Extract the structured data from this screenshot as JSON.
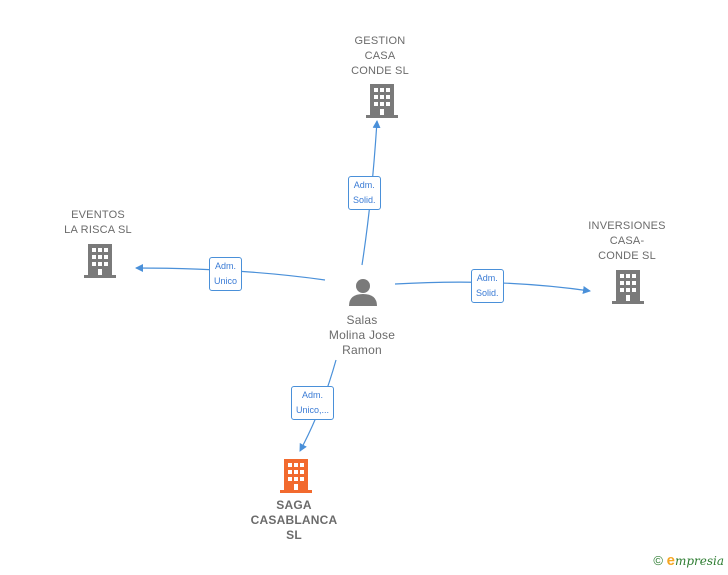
{
  "colors": {
    "company": "#7a7a7a",
    "focus": "#f26a2e",
    "edge": "#4a90d9",
    "person": "#7a7a7a"
  },
  "center": {
    "label": "Salas\nMolina Jose\nRamon",
    "icon": "person-icon"
  },
  "companies": [
    {
      "id": "gestion",
      "label": "GESTION\nCASA\nCONDE SL",
      "icon": "building-icon"
    },
    {
      "id": "eventos",
      "label": "EVENTOS\nLA RISCA  SL",
      "icon": "building-icon"
    },
    {
      "id": "inversiones",
      "label": "INVERSIONES\nCASA-\nCONDE SL",
      "icon": "building-icon"
    },
    {
      "id": "saga",
      "label": "SAGA\nCASABLANCA\nSL",
      "icon": "building-icon",
      "focus": true
    }
  ],
  "relations": [
    {
      "target": "gestion",
      "label": "Adm.\nSolid."
    },
    {
      "target": "eventos",
      "label": "Adm.\nUnico"
    },
    {
      "target": "inversiones",
      "label": "Adm.\nSolid."
    },
    {
      "target": "saga",
      "label": "Adm.\nUnico,..."
    }
  ],
  "footer": {
    "symbol": "©",
    "brand_initial": "e",
    "brand_rest": "mpresia"
  }
}
